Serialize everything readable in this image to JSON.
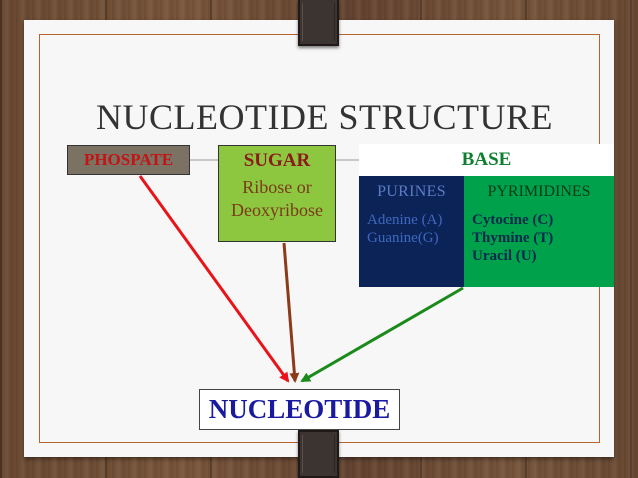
{
  "slide": {
    "title": "NUCLEOTIDE STRUCTURE",
    "phospate": {
      "label": "PHOSPATE"
    },
    "sugar": {
      "label": "SUGAR",
      "sublabel_line1": "Ribose or",
      "sublabel_line2": "Deoxyribose"
    },
    "base": {
      "label": "BASE",
      "purines": {
        "header": "PURINES",
        "items": [
          "Adenine (A)",
          "Guanine(G)"
        ]
      },
      "pyrimidines": {
        "header": "PYRIMIDINES",
        "items": [
          "Cytocine (C)",
          "Thymine (T)",
          "Uracil (U)"
        ]
      }
    },
    "result": {
      "label": "NUCLEOTIDE"
    }
  },
  "colors": {
    "phospate_text": "#c21414",
    "sugar_fill": "#8dc73f",
    "purines_fill": "#0c2358",
    "pyrimidines_fill": "#00a14b",
    "arrow_phospate": "#e8141a",
    "arrow_sugar": "#8b3a1a",
    "arrow_base": "#1a8a1a",
    "frame_border": "#b5652f"
  }
}
